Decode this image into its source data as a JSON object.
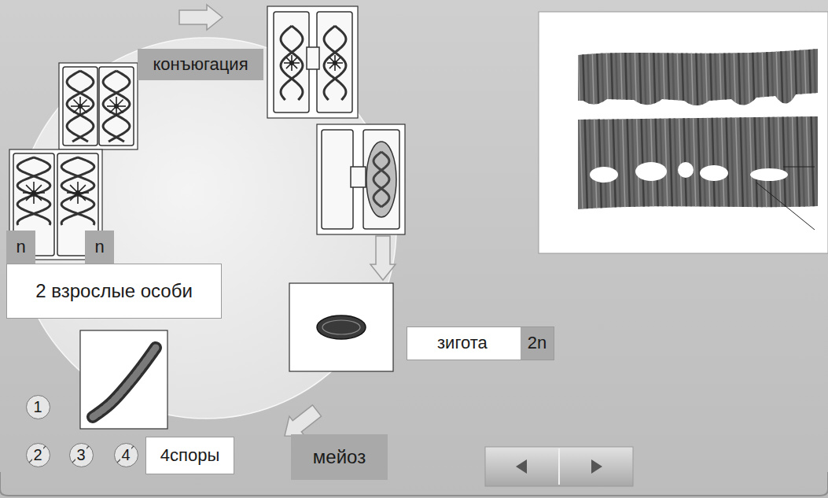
{
  "diagram": {
    "nodes": [
      {
        "text": [
          "конъюгация"
        ]
      },
      {
        "text": [
          "n"
        ]
      },
      {
        "text": [
          "n"
        ]
      },
      {
        "text": [
          "2 взрослые особи"
        ]
      },
      {
        "text": [
          "зигота"
        ]
      },
      {
        "text": [
          "2n"
        ],
        "in": 4
      },
      {
        "text": [
          "1"
        ]
      },
      {
        "text": [
          "2"
        ]
      },
      {
        "text": [
          "3"
        ]
      },
      {
        "text": [
          "4"
        ]
      },
      {
        "text": [
          "4споры"
        ]
      },
      {
        "text": [
          "мейоз"
        ]
      }
    ]
  }
}
